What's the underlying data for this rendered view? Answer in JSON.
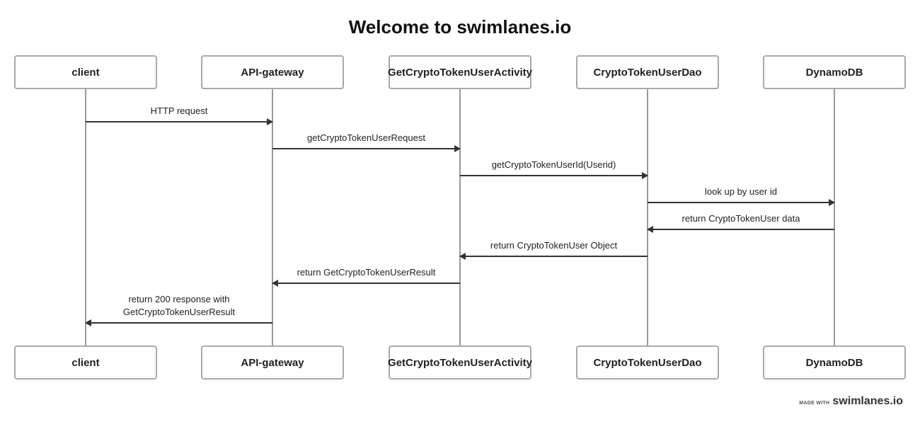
{
  "title": "Welcome to swimlanes.io",
  "actors": [
    {
      "name": "client"
    },
    {
      "name": "API-gateway"
    },
    {
      "name": "GetCryptoTokenUserActivity"
    },
    {
      "name": "CryptoTokenUserDao"
    },
    {
      "name": "DynamoDB"
    }
  ],
  "messages": [
    {
      "from": 0,
      "to": 1,
      "label": "HTTP request"
    },
    {
      "from": 1,
      "to": 2,
      "label": "getCryptoTokenUserRequest"
    },
    {
      "from": 2,
      "to": 3,
      "label": "getCryptoTokenUserId(Userid)"
    },
    {
      "from": 3,
      "to": 4,
      "label": "look up by user id"
    },
    {
      "from": 4,
      "to": 3,
      "label": "return CryptoTokenUser data"
    },
    {
      "from": 3,
      "to": 2,
      "label": "return CryptoTokenUser Object"
    },
    {
      "from": 2,
      "to": 1,
      "label": "return GetCryptoTokenUserResult"
    },
    {
      "from": 1,
      "to": 0,
      "label": "return 200 response with\nGetCryptoTokenUserResult"
    }
  ],
  "footer": {
    "made_with": "MADE WITH",
    "brand": "swimlanes.io"
  }
}
